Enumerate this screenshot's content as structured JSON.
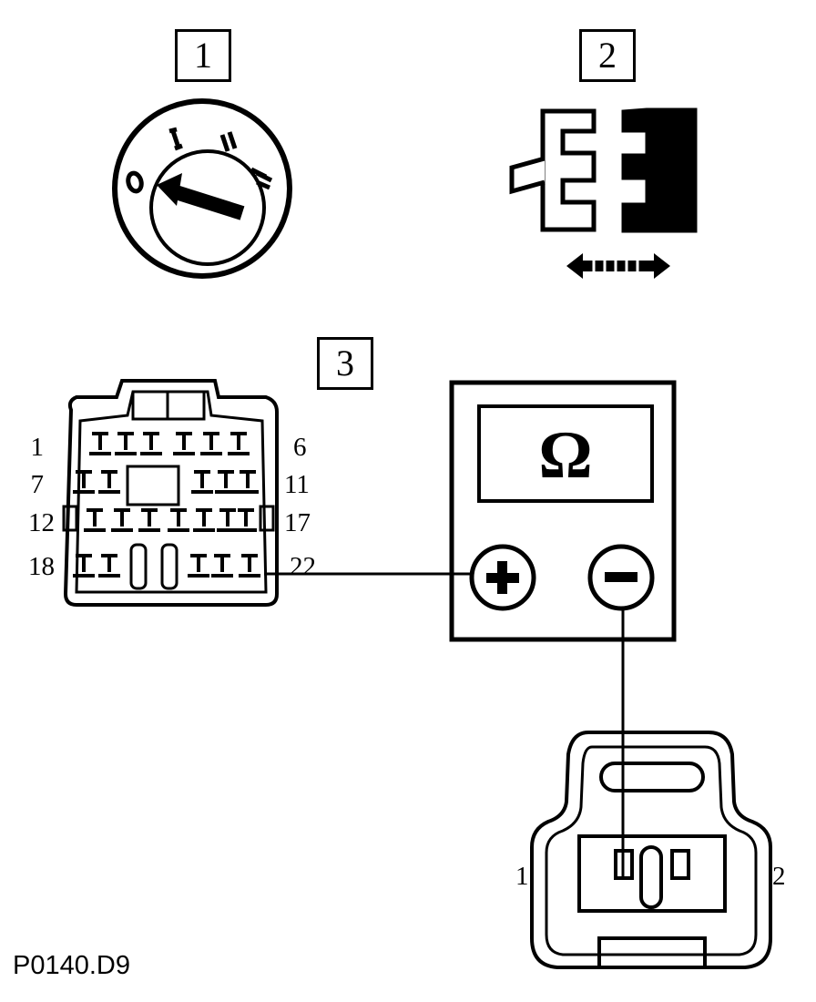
{
  "diagram": {
    "steps": [
      "1",
      "2",
      "3"
    ],
    "ignition_positions": [
      "0",
      "I",
      "II",
      "III"
    ],
    "harness_connector": {
      "pin_labels_left": [
        "1",
        "7",
        "12",
        "18"
      ],
      "pin_labels_right": [
        "6",
        "11",
        "17",
        "22"
      ]
    },
    "multimeter": {
      "display_symbol": "Ω",
      "positive_terminal": "+",
      "negative_terminal": "−"
    },
    "component_connector": {
      "pin_labels": [
        "1",
        "2"
      ]
    },
    "figure_code": "P0140.D9"
  }
}
